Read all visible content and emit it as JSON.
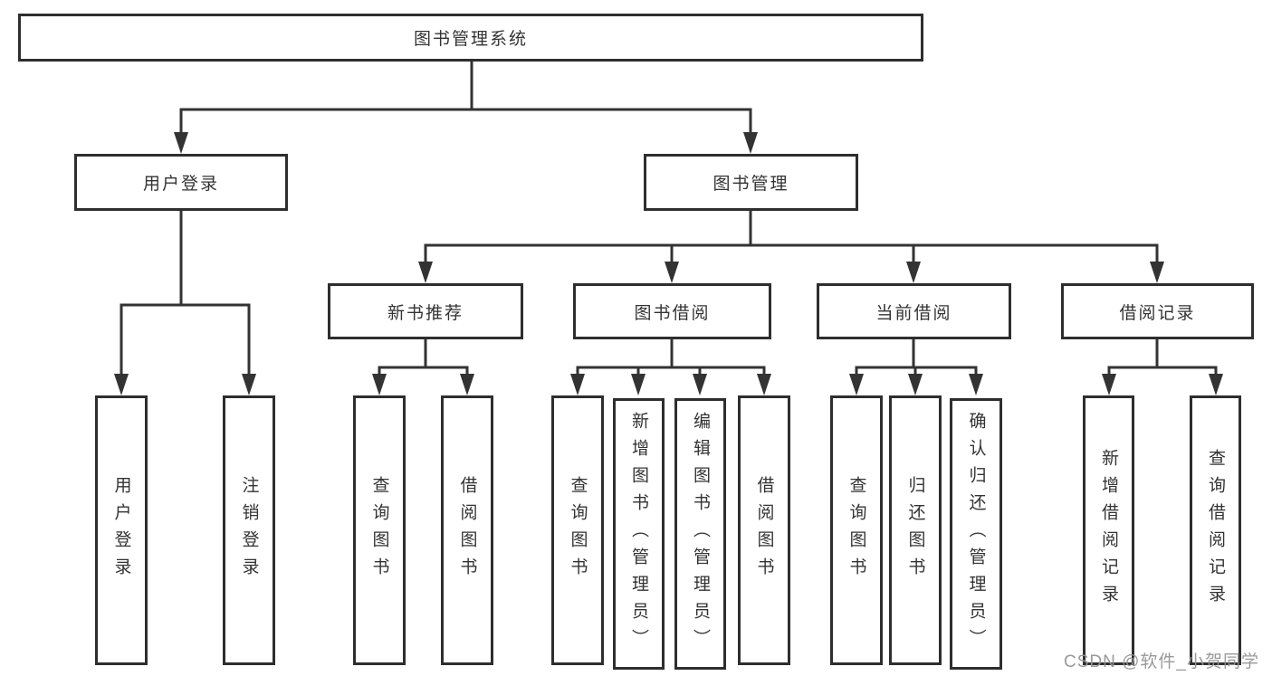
{
  "diagram": {
    "type": "hierarchy-tree",
    "title": "图书管理系统",
    "colors": {
      "line": "#333333",
      "box_border": "#2e2e2e",
      "text": "#333333",
      "box_background": "#ffffff",
      "watermark": "#949494"
    },
    "nodes": {
      "root": {
        "label": "图书管理系统"
      },
      "user_login": {
        "label": "用户登录"
      },
      "book_mgmt": {
        "label": "图书管理"
      },
      "new_book_rec": {
        "label": "新书推荐"
      },
      "book_borrow": {
        "label": "图书借阅"
      },
      "current_borrow": {
        "label": "当前借阅"
      },
      "borrow_records": {
        "label": "借阅记录"
      },
      "leaf_user_login": {
        "label": "用户登录"
      },
      "leaf_logout": {
        "label": "注销登录"
      },
      "leaf_nbr_query": {
        "label": "查询图书"
      },
      "leaf_nbr_borrow": {
        "label": "借阅图书"
      },
      "leaf_bb_query": {
        "label": "查询图书"
      },
      "leaf_bb_add": {
        "label": "新增图书（管理员）"
      },
      "leaf_bb_edit": {
        "label": "编辑图书（管理员）"
      },
      "leaf_bb_borrow": {
        "label": "借阅图书"
      },
      "leaf_cb_query": {
        "label": "查询图书"
      },
      "leaf_cb_return": {
        "label": "归还图书"
      },
      "leaf_cb_confirm": {
        "label": "确认归还（管理员）"
      },
      "leaf_br_add": {
        "label": "新增借阅记录"
      },
      "leaf_br_query": {
        "label": "查询借阅记录"
      }
    },
    "edges": [
      [
        "图书管理系统",
        "用户登录"
      ],
      [
        "图书管理系统",
        "图书管理"
      ],
      [
        "用户登录",
        "用户登录"
      ],
      [
        "用户登录",
        "注销登录"
      ],
      [
        "图书管理",
        "新书推荐"
      ],
      [
        "图书管理",
        "图书借阅"
      ],
      [
        "图书管理",
        "当前借阅"
      ],
      [
        "图书管理",
        "借阅记录"
      ],
      [
        "新书推荐",
        "查询图书"
      ],
      [
        "新书推荐",
        "借阅图书"
      ],
      [
        "图书借阅",
        "查询图书"
      ],
      [
        "图书借阅",
        "新增图书（管理员）"
      ],
      [
        "图书借阅",
        "编辑图书（管理员）"
      ],
      [
        "图书借阅",
        "借阅图书"
      ],
      [
        "当前借阅",
        "查询图书"
      ],
      [
        "当前借阅",
        "归还图书"
      ],
      [
        "当前借阅",
        "确认归还（管理员）"
      ],
      [
        "借阅记录",
        "新增借阅记录"
      ],
      [
        "借阅记录",
        "查询借阅记录"
      ]
    ],
    "watermark": {
      "text": "CSDN @软件_小贺同学"
    }
  }
}
